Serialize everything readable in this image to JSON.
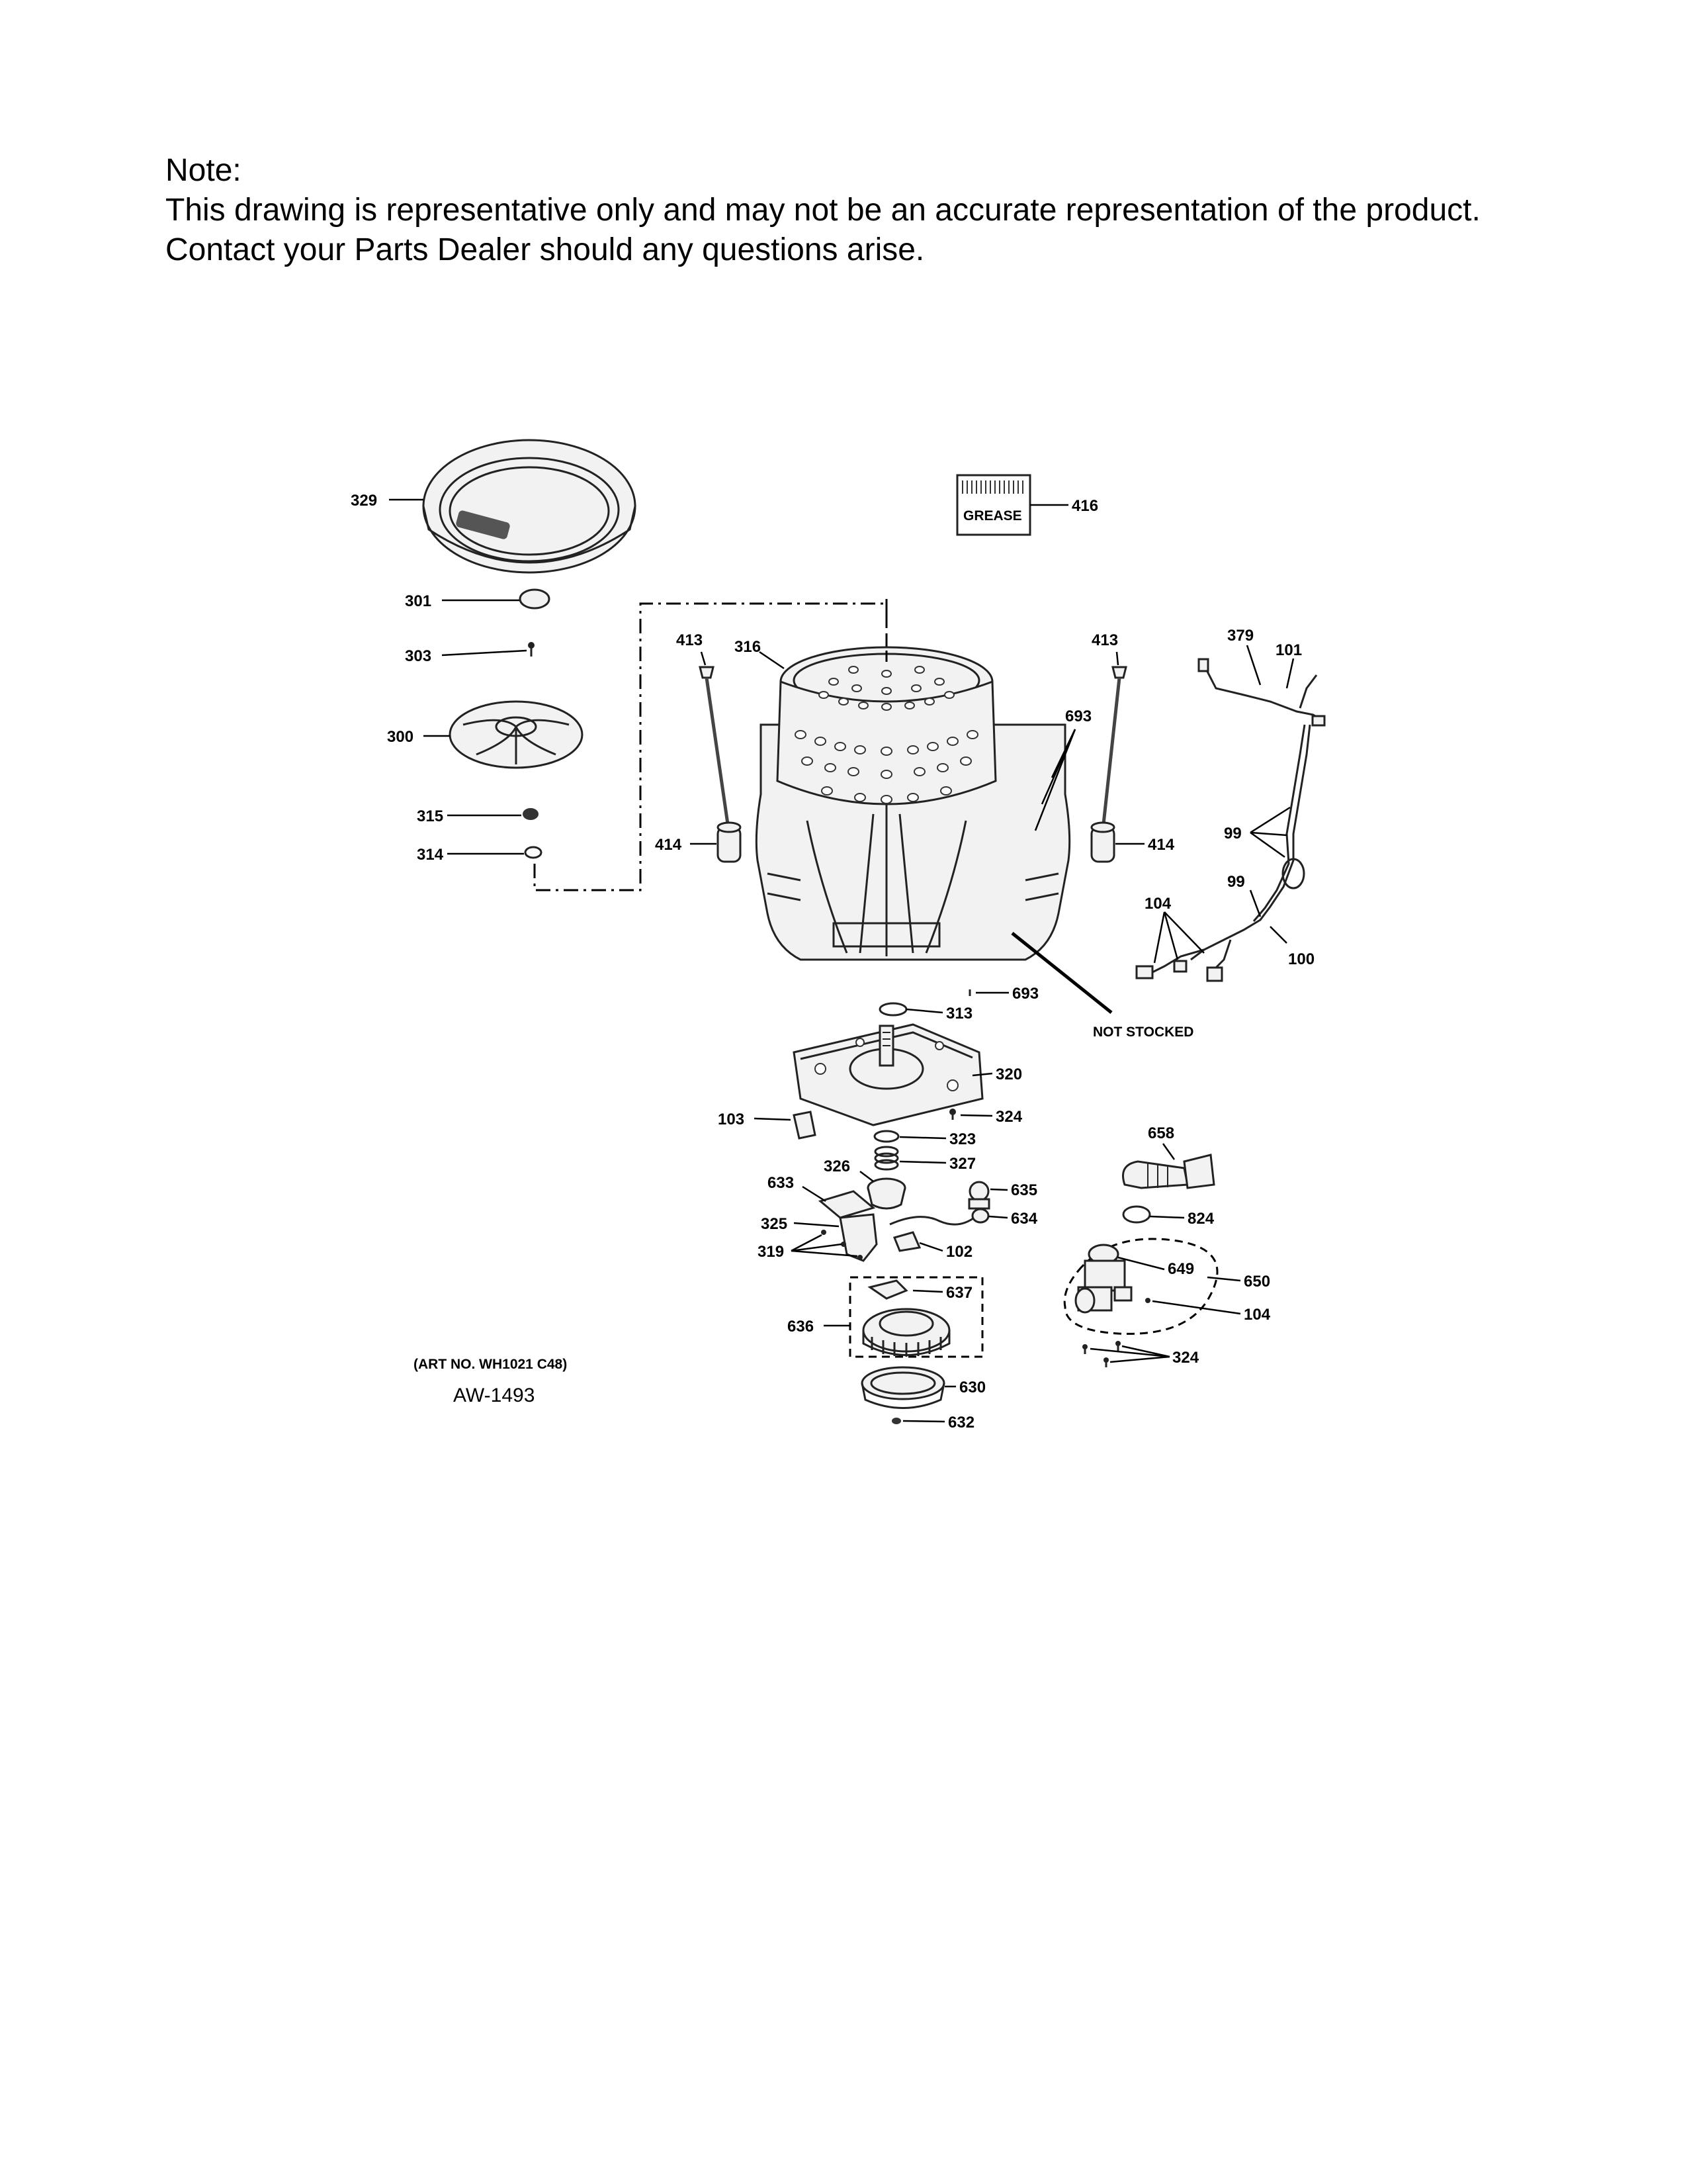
{
  "note": {
    "heading": "Note:",
    "line1": "This drawing is representative only and may not be an accurate representation of the product.",
    "line2": "Contact your Parts Dealer should any questions arise."
  },
  "grease_box_label": "GREASE",
  "not_stocked_label": "NOT STOCKED",
  "art_number": "(ART NO. WH1021 C48)",
  "art_code": "AW-1493",
  "part_labels": {
    "p329": "329",
    "p416": "416",
    "p301": "301",
    "p303": "303",
    "p300": "300",
    "p315": "315",
    "p314": "314",
    "p413_left": "413",
    "p413_right": "413",
    "p316": "316",
    "p414_left": "414",
    "p414_right": "414",
    "p693_top": "693",
    "p379": "379",
    "p101": "101",
    "p99_a": "99",
    "p99_b": "99",
    "p104_harness": "104",
    "p100": "100",
    "p313": "313",
    "p693_bottom": "693",
    "p320": "320",
    "p103": "103",
    "p324_top": "324",
    "p323": "323",
    "p327": "327",
    "p326": "326",
    "p633": "633",
    "p635": "635",
    "p325": "325",
    "p634": "634",
    "p319": "319",
    "p102": "102",
    "p637": "637",
    "p636": "636",
    "p630": "630",
    "p632": "632",
    "p658": "658",
    "p824": "824",
    "p649": "649",
    "p650": "650",
    "p104_pump": "104",
    "p324_bottom": "324"
  }
}
